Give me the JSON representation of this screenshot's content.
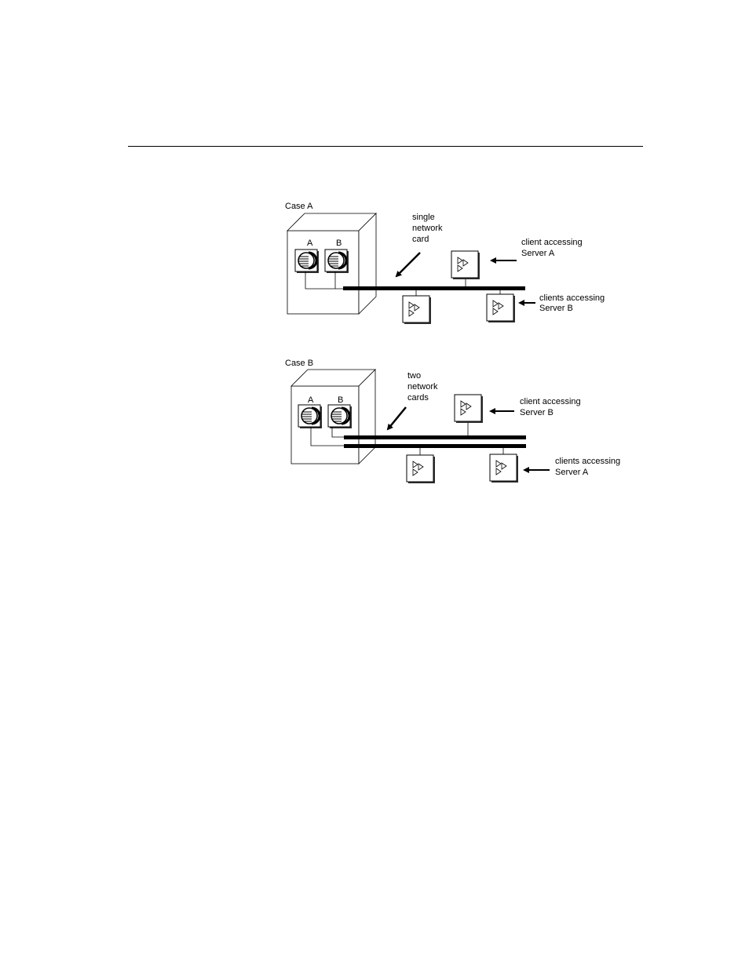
{
  "case_a": {
    "title": "Case A",
    "server_a": "A",
    "server_b": "B",
    "card_label": [
      "single",
      "network",
      "card"
    ],
    "top_client_label": [
      "client accessing",
      "Server A"
    ],
    "bottom_clients_label": [
      "clients accessing",
      "Server B"
    ]
  },
  "case_b": {
    "title": "Case B",
    "server_a": "A",
    "server_b": "B",
    "card_label": [
      "two",
      "network",
      "cards"
    ],
    "top_client_label": [
      "client accessing",
      "Server B"
    ],
    "bottom_clients_label": [
      "clients accessing",
      "Server A"
    ]
  }
}
